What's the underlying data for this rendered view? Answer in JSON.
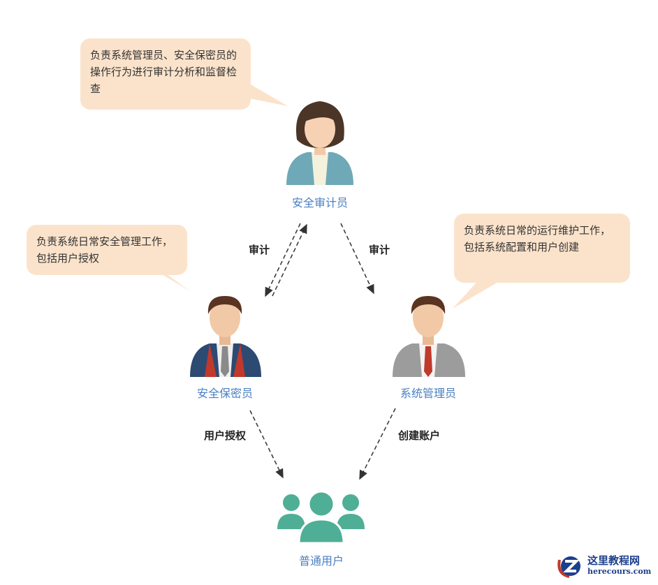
{
  "bubbles": {
    "auditor": "负责系统管理员、安全保密员的操作行为进行审计分析和监督检查",
    "security": "负责系统日常安全管理工作，包括用户授权",
    "sysadmin": "负责系统日常的运行维护工作，包括系统配置和用户创建"
  },
  "roles": {
    "auditor": "安全审计员",
    "security": "安全保密员",
    "sysadmin": "系统管理员",
    "users": "普通用户"
  },
  "edges": {
    "audit_left": "审计",
    "audit_right": "审计",
    "authorize": "用户授权",
    "create_account": "创建账户"
  },
  "watermark": {
    "title": "这里教程网",
    "url": "herecours.com"
  },
  "colors": {
    "bubble": "#fbe3cb",
    "role_text": "#4a7fc1",
    "users": "#4fae96"
  }
}
